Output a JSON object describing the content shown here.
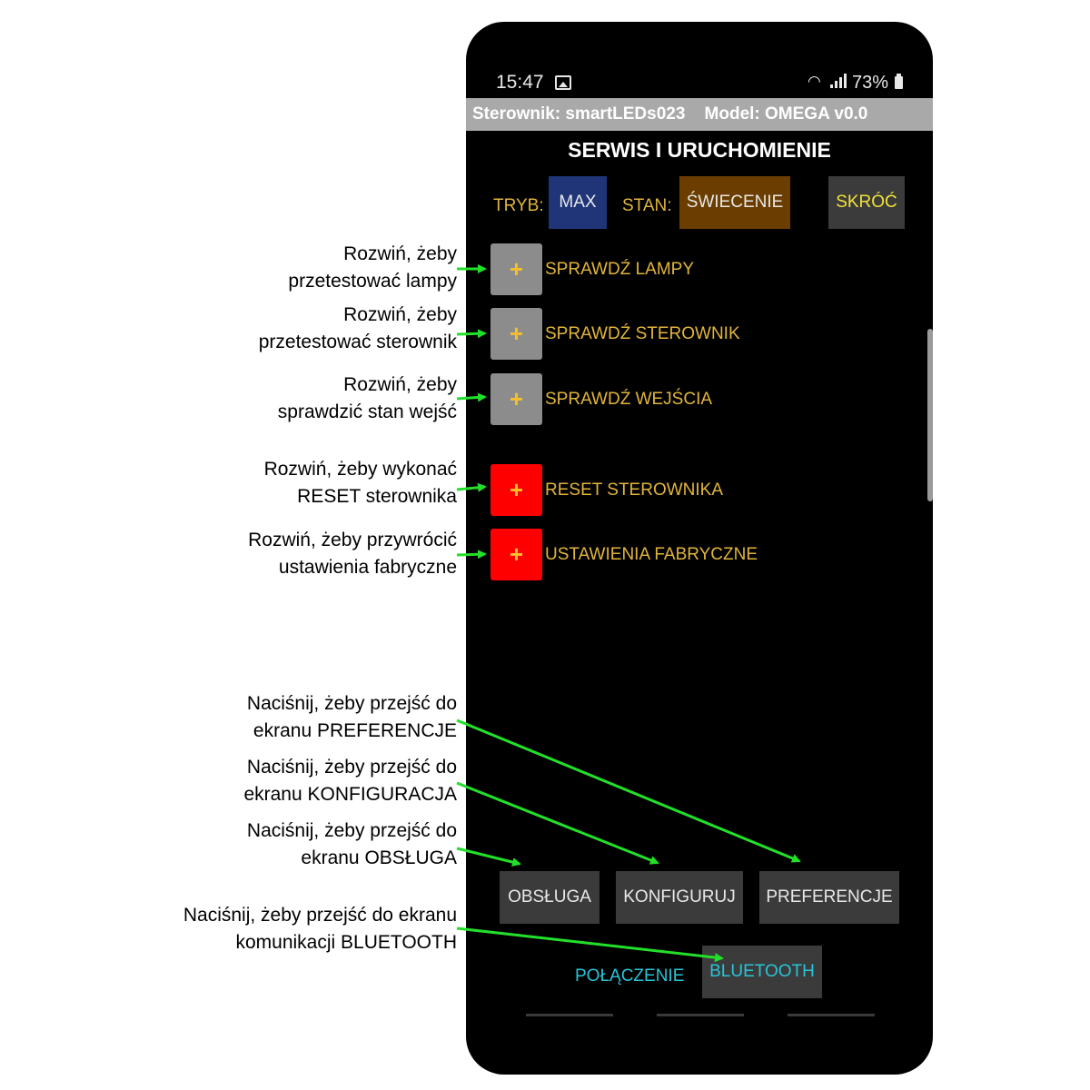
{
  "status_bar": {
    "time": "15:47",
    "battery": "73%"
  },
  "header": {
    "text": "Sterownik: smartLEDs023    Model: OMEGA v0.0"
  },
  "screen_title": "SERWIS I URUCHOMIENIE",
  "mode_row": {
    "tryb_label": "TRYB:",
    "tryb_value": "MAX",
    "stan_label": "STAN:",
    "stan_value": "ŚWIECENIE",
    "skroc_label": "SKRÓĆ"
  },
  "sections": [
    {
      "plus": "+",
      "label": "SPRAWDŹ LAMPY",
      "color": "gray"
    },
    {
      "plus": "+",
      "label": "SPRAWDŹ STEROWNIK",
      "color": "gray"
    },
    {
      "plus": "+",
      "label": "SPRAWDŹ WEJŚCIA",
      "color": "gray"
    },
    {
      "plus": "+",
      "label": "RESET STEROWNIKA",
      "color": "red"
    },
    {
      "plus": "+",
      "label": "USTAWIENIA FABRYCZNE",
      "color": "red"
    }
  ],
  "nav_buttons": {
    "obsluga": "OBSŁUGA",
    "konfiguruj": "KONFIGURUJ",
    "preferencje": "PREFERENCJE"
  },
  "connection": {
    "label": "POŁĄCZENIE",
    "bluetooth": "BLUETOOTH"
  },
  "annotations": [
    {
      "line1": "Rozwiń, żeby",
      "line2": "przetestować lampy"
    },
    {
      "line1": "Rozwiń, żeby",
      "line2": "przetestować sterownik"
    },
    {
      "line1": "Rozwiń, żeby",
      "line2": "sprawdzić stan wejść"
    },
    {
      "line1": "Rozwiń, żeby wykonać",
      "line2": "RESET sterownika"
    },
    {
      "line1": "Rozwiń, żeby przywrócić",
      "line2": "ustawienia fabryczne"
    },
    {
      "line1": "Naciśnij, żeby przejść do",
      "line2": "ekranu PREFERENCJE"
    },
    {
      "line1": "Naciśnij, żeby przejść do",
      "line2": "ekranu KONFIGURACJA"
    },
    {
      "line1": "Naciśnij, żeby przejść do",
      "line2": "ekranu OBSŁUGA"
    },
    {
      "line1": "Naciśnij, żeby przejść do ekranu",
      "line2": "komunikacji BLUETOOTH"
    }
  ],
  "colors": {
    "accent_yellow": "#e2b53a",
    "plus_gray": "#8c8c8c",
    "plus_red": "#ff0000",
    "max_blue": "#1f3578",
    "swiecenie_brown": "#6b3e00",
    "bluetooth_cyan": "#29c4d8",
    "arrow_green": "#22e02a"
  }
}
